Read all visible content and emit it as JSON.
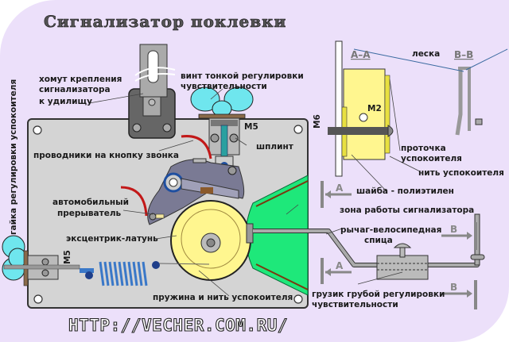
{
  "title": "Сигнализатор поклевки",
  "url": "HTTP://VECHER.COM.RU/",
  "labels": {
    "clamp": [
      "хомут крепления",
      "сигнализатора",
      "к удилищу"
    ],
    "fine_screw": [
      "винт тонкой регулировки",
      "чувствительности"
    ],
    "m5_top": "М5",
    "cotter": "шплинт",
    "wires": "проводники на кнопку звонка",
    "breaker": [
      "автомобильный",
      "прерыватель"
    ],
    "eccentric": "эксцентрик-латунь",
    "m5_left": "М5",
    "spring": "пружина и нить успокоителя",
    "damper_nut": "гайка регулировки успокоителя",
    "m6": "М6",
    "m2": "М2",
    "section_aa": "А–А",
    "section_bb": "В–В",
    "line": "леска",
    "groove": [
      "проточка",
      "успокоителя"
    ],
    "damper_thread": "нить успокоителя",
    "washer": "шайба - полиэтилен",
    "zone": "зона работы сигнализатора",
    "lever": [
      "рычаг-велосипедная",
      "спица"
    ],
    "weight": [
      "грузик грубой регулировки",
      "чувствительности"
    ],
    "arrow_a": "А",
    "arrow_b": "В"
  },
  "colors": {
    "background": "#ece0fa",
    "plate": "#d4d4d4",
    "eccentric": "#fff68f",
    "zone": "#1ee87a",
    "spring": "#3a78c8",
    "wingnut": "#6fe6ee",
    "wire": "#c21818",
    "breaker": "#7a7a94"
  }
}
